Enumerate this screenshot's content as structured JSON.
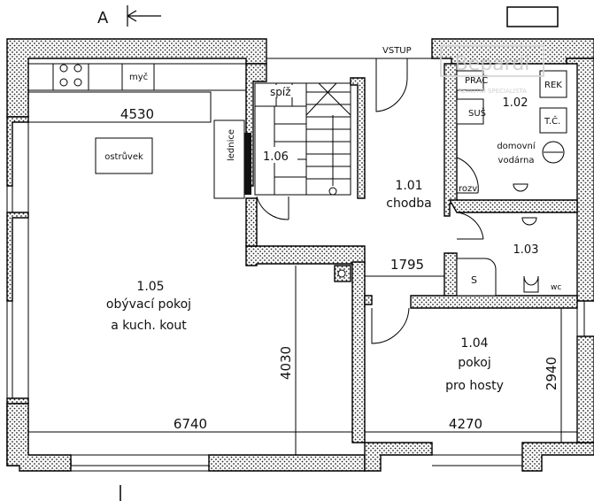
{
  "section_marker": "A",
  "entrance_label": "VSTUP",
  "watermark": {
    "brand": "Bepardi",
    "tagline": "REALITNÍ SPECIALISTA"
  },
  "rooms": {
    "r105": {
      "number": "1.05",
      "name_line1": "obývací pokoj",
      "name_line2": "a kuch. kout"
    },
    "r101": {
      "number": "1.01",
      "name": "chodba"
    },
    "r102": {
      "number": "1.02"
    },
    "r103": {
      "number": "1.03"
    },
    "r104": {
      "number": "1.04",
      "name_line1": "pokoj",
      "name_line2": "pro hosty"
    },
    "r106": {
      "number": "1.06"
    }
  },
  "fixtures": {
    "dishwasher": "myč",
    "island": "ostrůvek",
    "fridge": "lednice",
    "pantry": "spíž",
    "laundry": "PRAČ",
    "dryer": "SUŠ",
    "rack": "REK",
    "boiler_short": "T.Č.",
    "boiler_line1": "domovní",
    "boiler_line2": "vodárna",
    "distribution": "rozv.",
    "shower": "S",
    "toilet": "wc"
  },
  "dimensions": {
    "kitchen_width": "4530",
    "living_width": "6740",
    "living_depth": "4030",
    "hall_width": "1795",
    "guest_width": "4270",
    "guest_depth": "2940"
  }
}
